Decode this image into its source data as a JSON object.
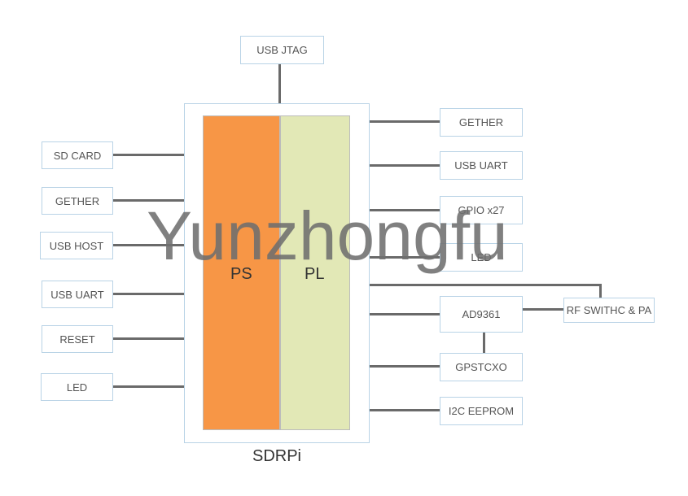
{
  "top_block": {
    "usb_jtag": "USB JTAG"
  },
  "left_blocks": {
    "sd_card": "SD CARD",
    "gether": "GETHER",
    "usb_host": "USB HOST",
    "usb_uart": "USB UART",
    "reset": "RESET",
    "led": "LED"
  },
  "right_blocks": {
    "gether": "GETHER",
    "usb_uart": "USB UART",
    "gpio": "GPIO x27",
    "led": "LED",
    "ad9361": "AD9361",
    "rf_switch": "RF SWITHC & PA",
    "gpstcxo": "GPSTCXO",
    "eeprom": "I2C EEPROM"
  },
  "board": {
    "ps_label": "PS",
    "pl_label": "PL",
    "name": "SDRPi"
  },
  "watermark": "Yunzhongfu",
  "colors": {
    "ps": "#f79646",
    "pl": "#e2e8b6",
    "line": "#6a6a6a",
    "border": "#b9d3e6"
  }
}
